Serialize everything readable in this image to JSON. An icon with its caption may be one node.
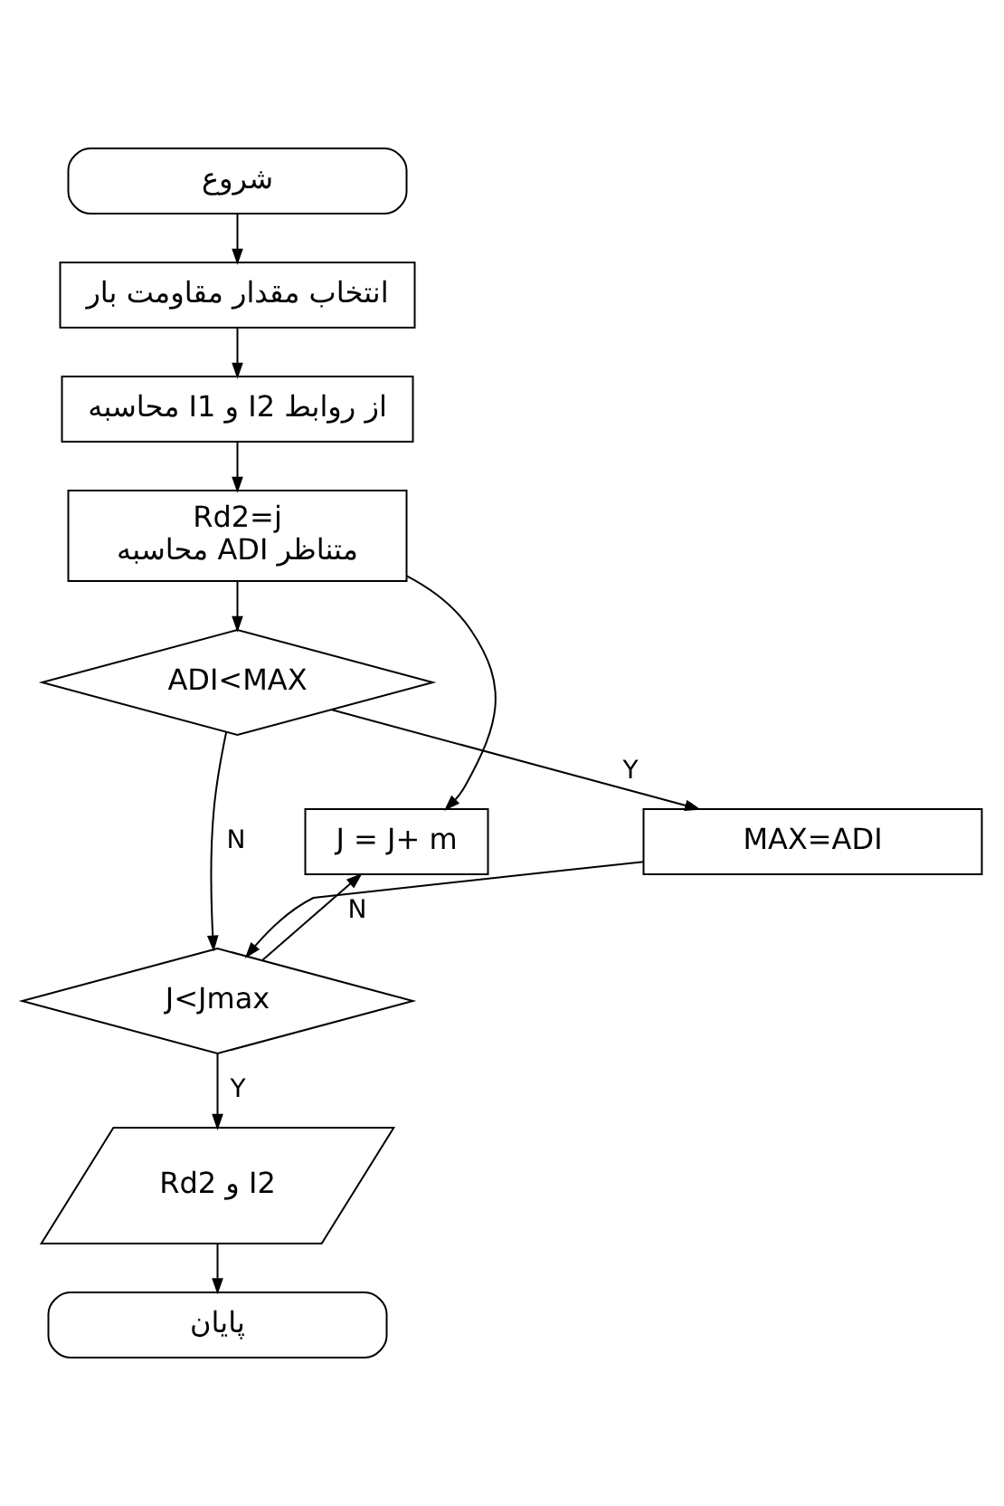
{
  "diagram": {
    "nodes": [
      {
        "text": [
          "شروع"
        ]
      },
      {
        "text": [
          "انتخاب مقدار مقاومت بار"
        ]
      },
      {
        "text": [
          "محاسبه I1 و I2 از روابط"
        ]
      },
      {
        "text": [
          "Rd2=j",
          "محاسبه ADI متناظر"
        ]
      },
      {
        "text": [
          "ADI<MAX"
        ]
      },
      {
        "text": [
          "MAX=ADI"
        ]
      },
      {
        "text": [
          "J<Jmax"
        ]
      },
      {
        "text": [
          "Rd2 و I2"
        ]
      },
      {
        "text": [
          "پایان"
        ]
      },
      {
        "text": [
          "J = J+ m"
        ]
      }
    ],
    "edges": [
      {
        "from": 0,
        "to": 1,
        "arrow": "to"
      },
      {
        "from": 1,
        "to": 2,
        "arrow": "to"
      },
      {
        "from": 2,
        "to": 3,
        "arrow": "to"
      },
      {
        "from": 3,
        "to": 4,
        "arrow": "to"
      },
      {
        "from": 4,
        "to": 5,
        "label": "Y",
        "arrow": "to"
      },
      {
        "from": 4,
        "to": 6,
        "label": "N",
        "arrow": "to"
      },
      {
        "from": 5,
        "to": 6,
        "arrow": "to"
      },
      {
        "from": 6,
        "to": 7,
        "label": "Y",
        "arrow": "to"
      },
      {
        "from": 6,
        "to": 9,
        "label": "N",
        "arrow": "to"
      },
      {
        "from": 3,
        "to": 9,
        "arrow": "to"
      },
      {
        "from": 7,
        "to": 8,
        "arrow": "to"
      }
    ]
  }
}
